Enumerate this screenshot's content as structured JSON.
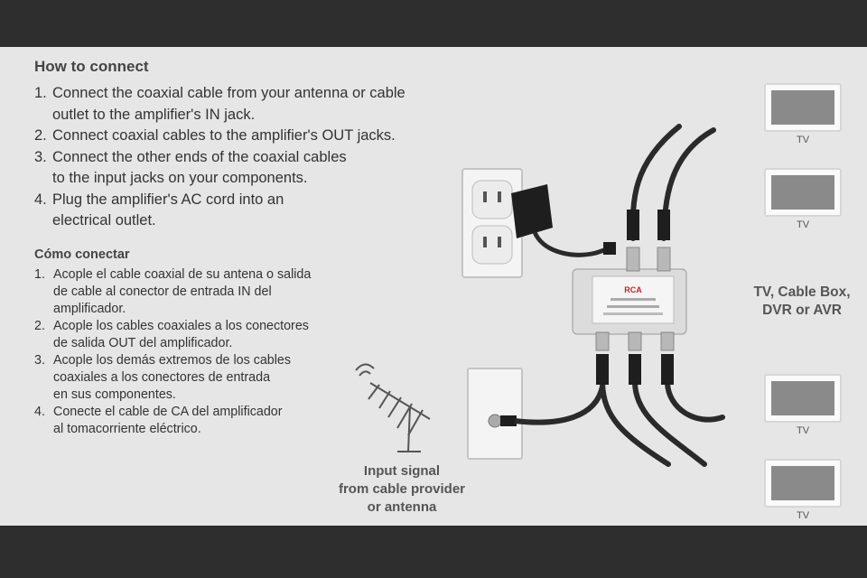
{
  "english": {
    "title": "How to connect",
    "steps": [
      {
        "num": "1.",
        "lines": [
          "Connect the coaxial cable from your antenna or cable",
          "outlet to the amplifier's IN jack."
        ]
      },
      {
        "num": "2.",
        "lines": [
          "Connect coaxial cables to the amplifier's OUT jacks."
        ]
      },
      {
        "num": "3.",
        "lines": [
          "Connect the other ends of the coaxial cables",
          "to the input jacks on your components."
        ]
      },
      {
        "num": "4.",
        "lines": [
          "Plug the amplifier's AC cord into an",
          "electrical outlet."
        ]
      }
    ]
  },
  "spanish": {
    "title": "Cómo conectar",
    "steps": [
      {
        "num": "1.",
        "lines": [
          "Acople el cable coaxial de su antena o salida",
          "de cable al conector de entrada IN del",
          "amplificador."
        ]
      },
      {
        "num": "2.",
        "lines": [
          "Acople los cables coaxiales a los conectores",
          "de salida OUT del amplificador."
        ]
      },
      {
        "num": "3.",
        "lines": [
          "Acople los demás extremos de los cables",
          "coaxiales a los conectores de entrada",
          "en sus componentes."
        ]
      },
      {
        "num": "4.",
        "lines": [
          "Conecte el cable de CA del amplificador",
          "al tomacorriente eléctrico."
        ]
      }
    ]
  },
  "tvs": [
    {
      "label": "TV"
    },
    {
      "label": "TV"
    },
    {
      "label": "TV"
    },
    {
      "label": "TV"
    }
  ],
  "components_label": [
    "TV, Cable Box,",
    "DVR or AVR"
  ],
  "input_label": [
    "Input signal",
    "from cable provider",
    "or antenna"
  ],
  "amplifier": {
    "brand": "RCA"
  },
  "colors": {
    "panel": "#e6e6e6",
    "frame": "#2e2e2e",
    "cable": "#2a2a2a",
    "tv_screen": "#8a8a8a"
  }
}
